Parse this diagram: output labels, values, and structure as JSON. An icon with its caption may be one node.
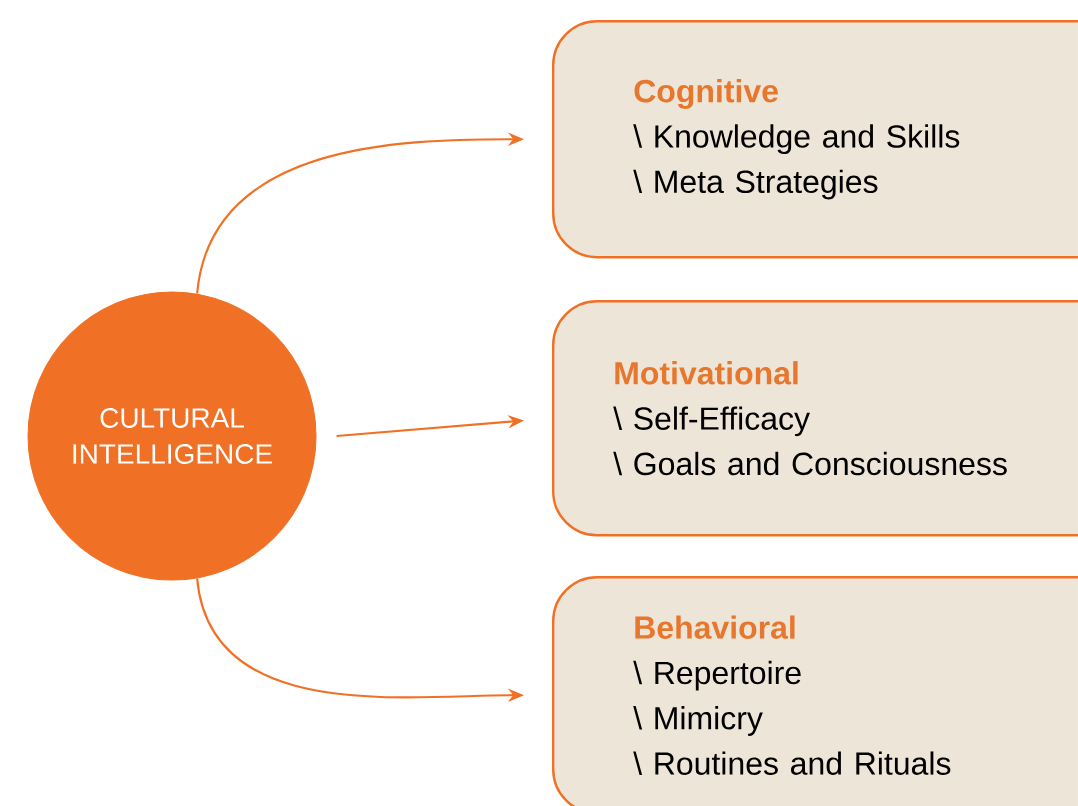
{
  "diagram": {
    "nodes": [
      {
        "text": [
          "CULTURAL INTELLIGENCE"
        ]
      },
      {
        "text": [
          "Cognitive",
          "\\ Knowledge and Skills",
          "\\ Meta Strategies"
        ]
      },
      {
        "text": [
          "Motivational",
          "\\ Self-Efficacy",
          "\\ Goals and Consciousness"
        ]
      },
      {
        "text": [
          "Behavioral",
          "\\ Repertoire",
          "\\ Mimicry",
          "\\ Routines and Rituals"
        ]
      }
    ],
    "edges": [
      {
        "from": 0,
        "to": 1,
        "arrow": "to"
      },
      {
        "from": 0,
        "to": 2,
        "arrow": "to"
      },
      {
        "from": 0,
        "to": 3,
        "arrow": "to"
      }
    ]
  }
}
